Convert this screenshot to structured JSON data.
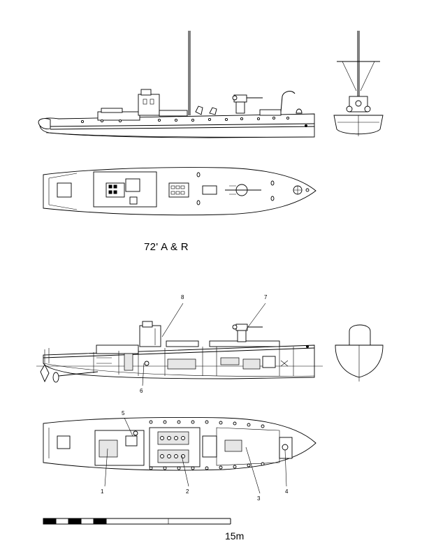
{
  "title": "72' A & R",
  "scale_bar": {
    "label": "15m"
  },
  "callouts": [
    "1",
    "2",
    "3",
    "4",
    "5",
    "6",
    "7",
    "8"
  ]
}
